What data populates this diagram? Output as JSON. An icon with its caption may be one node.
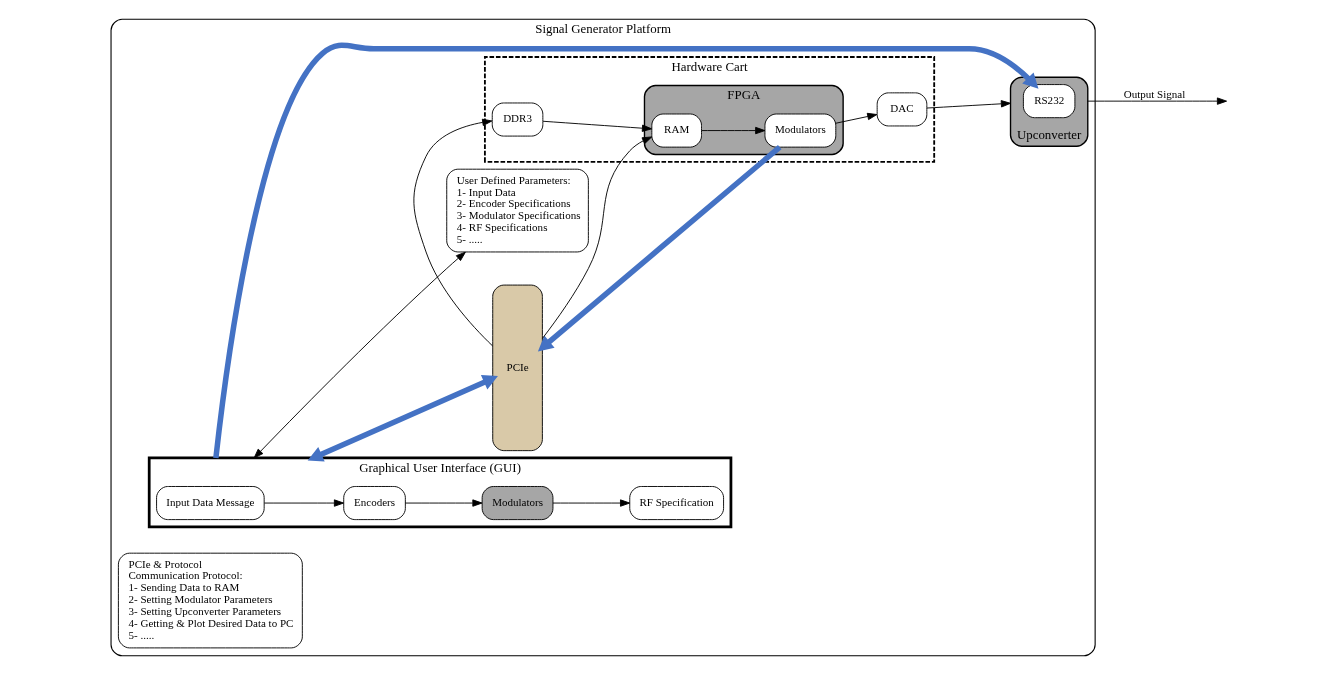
{
  "diagram": {
    "nodes": [
      {
        "text": [
          "Signal Generator Platform"
        ]
      },
      {
        "text": [
          "Graphical User Interface (GUI)"
        ],
        "in": 0
      },
      {
        "text": [
          "Input Data Message"
        ],
        "in": 1
      },
      {
        "text": [
          "Encoders"
        ],
        "in": 1
      },
      {
        "text": [
          "Modulators"
        ],
        "in": 1
      },
      {
        "text": [
          "RF Specification"
        ],
        "in": 1
      },
      {
        "text": [
          "User Defined Parameters:",
          "1- Input Data",
          "2- Encoder Specifications",
          "3- Modulator Specifications",
          "4- RF Specifications",
          "5- ....."
        ],
        "in": 0
      },
      {
        "text": [
          "PCIe & Protocol",
          "Communication Protocol:",
          "1- Sending Data to RAM",
          "2- Setting Modulator Parameters",
          "3- Setting Upconverter Parameters",
          "4- Getting & Plot Desired Data to PC",
          "5- ....."
        ],
        "in": 0
      },
      {
        "text": [
          "Hardware Cart"
        ],
        "in": 0
      },
      {
        "text": [
          "PCIe"
        ],
        "in": 0
      },
      {
        "text": [
          "DDR3"
        ],
        "in": 8
      },
      {
        "text": [
          "FPGA"
        ],
        "in": 8
      },
      {
        "text": [
          "RAM"
        ],
        "in": 11
      },
      {
        "text": [
          "Modulators"
        ],
        "in": 11
      },
      {
        "text": [
          "DAC"
        ],
        "in": 8
      },
      {
        "text": [
          "Upconverter"
        ],
        "in": 0
      },
      {
        "text": [
          "RS232"
        ],
        "in": 15
      }
    ],
    "edges": [
      {
        "from": 2,
        "to": 3,
        "arrow": "to"
      },
      {
        "from": 3,
        "to": 4,
        "arrow": "to"
      },
      {
        "from": 4,
        "to": 5,
        "arrow": "to"
      },
      {
        "from": 1,
        "to": 6,
        "arrow": "both"
      },
      {
        "from": 1,
        "to": 9,
        "arrow": "both",
        "style": "thick",
        "color": "#4472c4"
      },
      {
        "from": 1,
        "to": 16,
        "arrow": "to",
        "style": "thick",
        "color": "#4472c4"
      },
      {
        "from": 9,
        "to": 10,
        "arrow": "to"
      },
      {
        "from": 10,
        "to": 12,
        "arrow": "to"
      },
      {
        "from": 9,
        "to": 12,
        "arrow": "to"
      },
      {
        "from": 12,
        "to": 13,
        "arrow": "to"
      },
      {
        "from": 13,
        "to": 9,
        "arrow": "to",
        "style": "thick",
        "color": "#4472c4"
      },
      {
        "from": 13,
        "to": 14,
        "arrow": "to"
      },
      {
        "from": 14,
        "to": 15,
        "arrow": "to"
      },
      {
        "from": 15,
        "to": null,
        "arrow": "to",
        "label": "Output Signal"
      }
    ]
  }
}
